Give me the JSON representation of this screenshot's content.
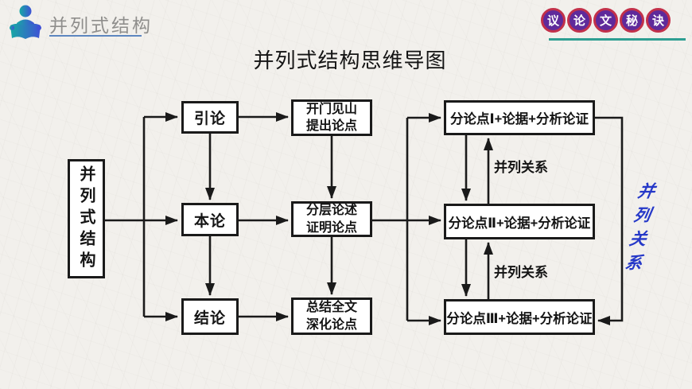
{
  "header": {
    "title": "并列式结构",
    "badge": {
      "chars": [
        "议",
        "论",
        "文",
        "秘",
        "诀"
      ]
    }
  },
  "slide_title": "并列式结构思维导图",
  "diagram": {
    "root_label": "并列式结构",
    "stages": {
      "intro": "引论",
      "body": "本论",
      "conclusion": "结论"
    },
    "details": {
      "intro": {
        "line1": "开门见山",
        "line2": "提出论点"
      },
      "body": {
        "line1": "分层论述",
        "line2": "证明论点"
      },
      "conclusion": {
        "line1": "总结全文",
        "line2": "深化论点"
      }
    },
    "points": {
      "p1": "分论点Ⅰ+论据+分析论证",
      "p2": "分论点Ⅱ+论据+分析论证",
      "p3": "分论点Ⅲ+论据+分析论证"
    },
    "relation_label_1": "并列关系",
    "relation_label_2": "并列关系",
    "side_label": "并列关系"
  },
  "colors": {
    "line": "#1a1a1a",
    "badge_fill": "#5f2a9b",
    "badge_ring": "#c2304a",
    "badge_underline_teal": "#2e9e92",
    "header_underline_blue": "#5d86c0",
    "header_text_gray": "#8f8e8c",
    "side_label_blue": "#2538c8",
    "icon_gradient_start": "#17a9a3",
    "icon_gradient_end": "#3f51d6"
  }
}
